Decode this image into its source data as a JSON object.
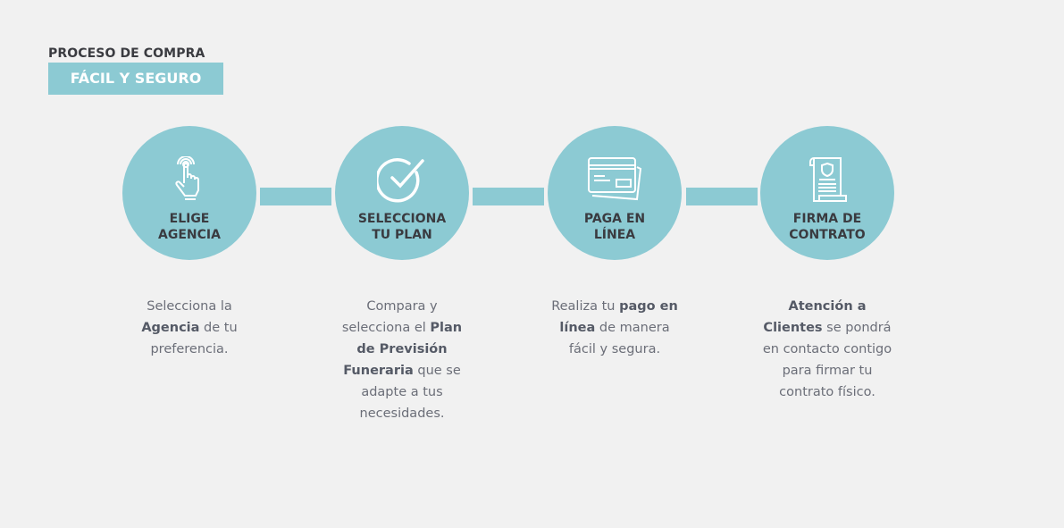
{
  "header": {
    "title": "PROCESO DE COMPRA",
    "badge": "FÁCIL Y SEGURO"
  },
  "steps": [
    {
      "icon": "touch-hand-icon",
      "l1": "ELIGE",
      "l2": "AGENCIA",
      "desc": [
        {
          "t": "Selecciona la "
        },
        {
          "b": "Agencia"
        },
        {
          "t": "  de tu preferencia."
        }
      ]
    },
    {
      "icon": "check-circle-icon",
      "l1": "SELECCIONA",
      "l2": "TU PLAN",
      "desc": [
        {
          "t": "Compara y selecciona el "
        },
        {
          "b": "Plan de Previsión Funeraria"
        },
        {
          "t": " que se adapte a tus necesidades."
        }
      ]
    },
    {
      "icon": "credit-card-icon",
      "l1": "PAGA EN",
      "l2": "LÍNEA",
      "desc": [
        {
          "t": "Realiza tu "
        },
        {
          "b": "pago en línea"
        },
        {
          "t": " de manera fácil y segura."
        }
      ]
    },
    {
      "icon": "contract-scroll-icon",
      "l1": "FIRMA DE",
      "l2": "CONTRATO",
      "desc": [
        {
          "b": "Atención a Clientes"
        },
        {
          "t": " se pondrá en contacto contigo para firmar tu contrato físico."
        }
      ]
    }
  ],
  "colors": {
    "accent": "#8ccad3",
    "text": "#3a3b40"
  }
}
